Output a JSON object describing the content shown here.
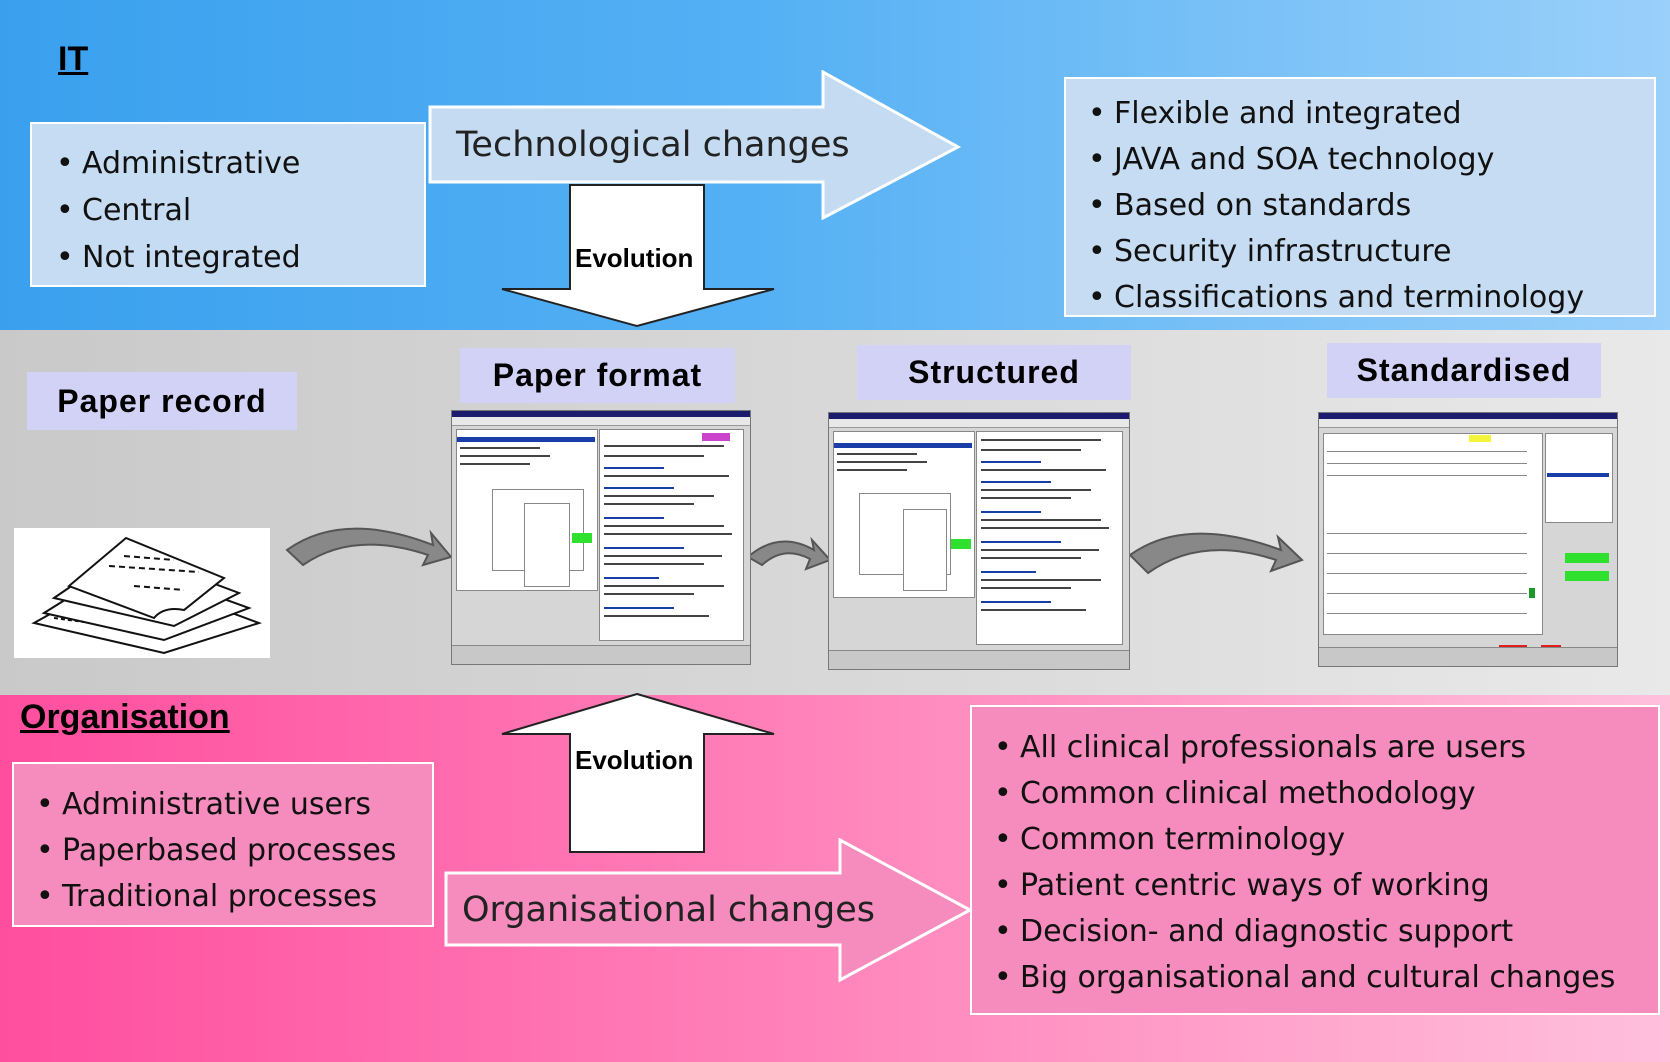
{
  "it": {
    "heading": "IT",
    "current": [
      "Administrative",
      "Central",
      "Not integrated"
    ],
    "change_label": "Technological changes",
    "future": [
      "Flexible and integrated",
      "JAVA and SOA technology",
      "Based on standards",
      "Security infrastructure",
      "Classifications and terminology"
    ]
  },
  "evolution_label": "Evolution",
  "stages": [
    "Paper record",
    "Paper format",
    "Structured",
    "Standardised"
  ],
  "org": {
    "heading": "Organisation",
    "current": [
      "Administrative users",
      "Paperbased processes",
      "Traditional processes"
    ],
    "change_label": "Organisational changes",
    "future": [
      "All clinical professionals are users",
      "Common clinical methodology",
      "Common terminology",
      "Patient centric ways of working",
      "Decision- and diagnostic support",
      "Big organisational and cultural changes"
    ]
  },
  "colors": {
    "it_band": "#54b0f4",
    "mid_band": "#d8d8d8",
    "org_band": "#ff7fb8",
    "stage_label_bg": "#d2d2f7",
    "it_box": "#c6dcf2",
    "org_box": "#f58cbd"
  },
  "icons": [
    "paper-stack-icon",
    "curved-arrow-icon",
    "block-arrow-right-icon",
    "block-arrow-down-icon",
    "block-arrow-up-icon"
  ]
}
